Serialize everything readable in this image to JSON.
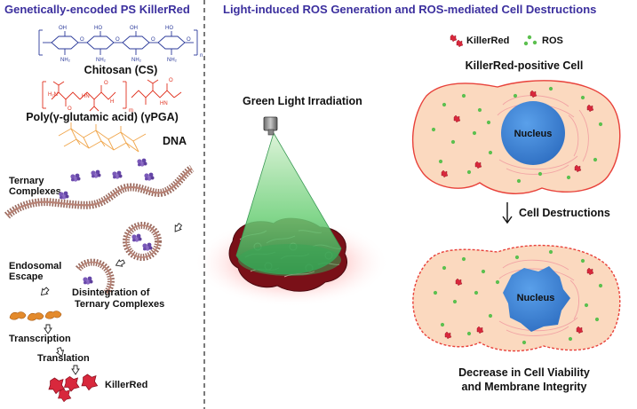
{
  "left_panel": {
    "title": "Genetically-encoded PS KillerRed",
    "chitosan_label": "Chitosan (CS)",
    "pga_label": "Poly(γ-glutamic acid) (γPGA)",
    "dna_label": "DNA",
    "ternary_label_line1": "Ternary",
    "ternary_label_line2": "Complexes",
    "endosomal_line1": "Endosomal",
    "endosomal_line2": "Escape",
    "disintegration_line1": "Disintegration of",
    "disintegration_line2": "Ternary Complexes",
    "transcription_label": "Transcription",
    "translation_label": "Translation",
    "killerred_label": "KillerRed",
    "chem_oh": "OH",
    "chem_ho": "HO",
    "chem_o": "O",
    "chem_nh2": "NH₂",
    "chem_n": "n",
    "chem_m": "m",
    "chem_h": "H",
    "chem_hn": "HN",
    "chem_h2n": "H₂N"
  },
  "right_panel": {
    "title": "Light-induced ROS Generation and ROS-mediated Cell Destructions",
    "legend_killerred": "KillerRed",
    "legend_ros": "ROS",
    "cell_title": "KillerRed-positive Cell",
    "light_label": "Green Light Irradiation",
    "nucleus_label": "Nucleus",
    "destructions_label": "Cell Destructions",
    "decrease_line1": "Decrease in Cell Viability",
    "decrease_line2": "and Membrane Integrity"
  },
  "colors": {
    "title_blue": "#3b2f9e",
    "chitosan_blue": "#2b3a9a",
    "pga_red": "#e0301e",
    "dna_orange": "#f0a54a",
    "cell_fill": "#fbd9bf",
    "cell_stroke": "#e8413a",
    "nucleus_blue": "#3c7fd0",
    "ros_green": "#5cc04f",
    "killerred_red": "#d8283c",
    "membrane_brown": "#9a6a5e",
    "complex_purple": "#7a59b8"
  }
}
